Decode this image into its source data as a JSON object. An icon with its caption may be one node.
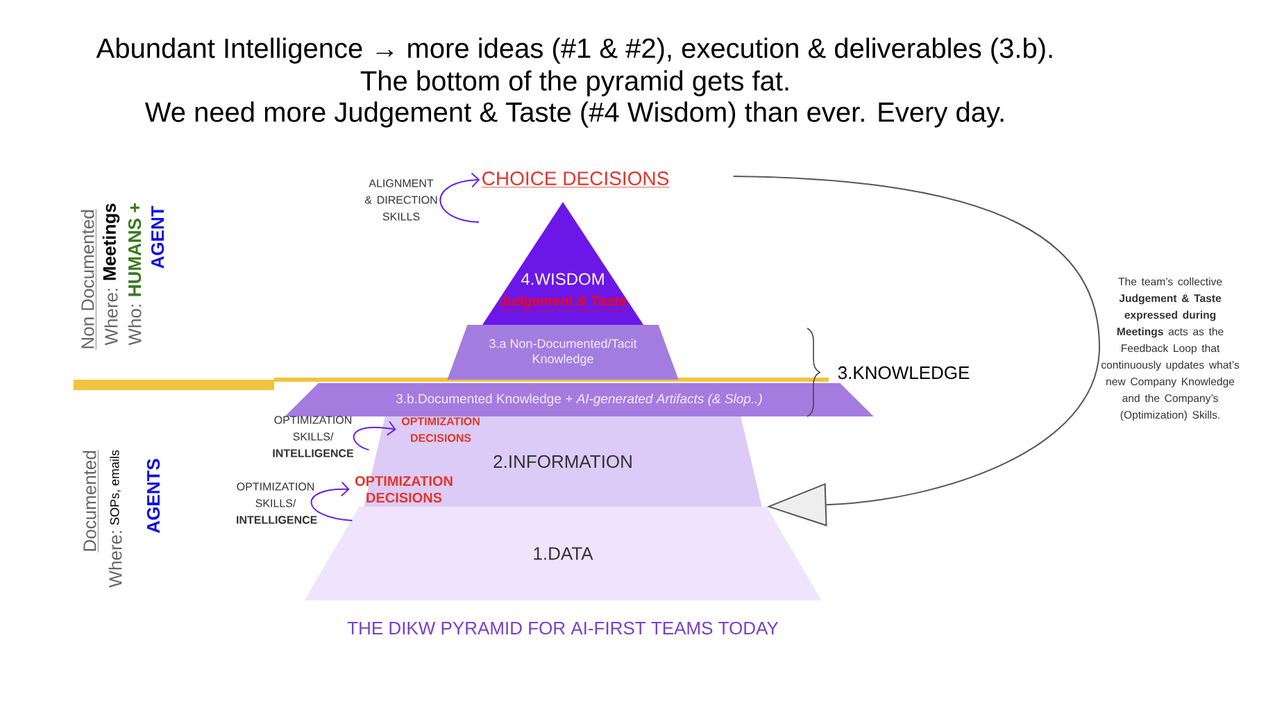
{
  "diagram": {
    "caption": "THE DIKW PYRAMID FOR AI-FIRST TEAMS TODAY",
    "nodes": [
      {
        "text": [
          "CHOICE DECISIONS"
        ]
      },
      {
        "text": [
          "4.WISDOM",
          "Judgement & Taste"
        ]
      },
      {
        "text": [
          "3.a Non-Documented/Tacit Knowledge"
        ]
      },
      {
        "text": [
          "3.b.Documented Knowledge *+ AI-generated Artifacts (& Slop..)*"
        ]
      },
      {
        "text": [
          "2.INFORMATION"
        ]
      },
      {
        "text": [
          "OPTIMIZATION DECISIONS"
        ],
        "in": 4
      },
      {
        "text": [
          "OPTIMIZATION DECISIONS"
        ]
      },
      {
        "text": [
          "1.DATA"
        ]
      }
    ],
    "edges": [
      {
        "from": null,
        "to": 0,
        "arrow": "to"
      },
      {
        "from": 0,
        "to": 7,
        "arrow": "to",
        "color": "#555555"
      },
      {
        "from": 4,
        "to": 5,
        "arrow": "to"
      },
      {
        "from": 7,
        "to": 6,
        "arrow": "to"
      }
    ],
    "labels": [
      "Abundant Intelligence → more ideas (#1 & #2), execution & deliverables (3.b).",
      "The bottom of the pyramid gets fat.",
      "We need more Judgement & Taste (#4 Wisdom) than ever. Every day.",
      "Non Documented",
      "Where:",
      "Meetings",
      "Who:",
      "HUMANS +",
      "AGENT",
      "ALIGNMENT & DIRECTION SKILLS",
      "3.KNOWLEDGE",
      "OPTIMIZATION SKILLS/ **INTELLIGENCE**",
      "Documented",
      "Where:",
      "SOPs, emails",
      "AGENTS",
      "OPTIMIZATION SKILLS/ **INTELLIGENCE**",
      "The team’s collective **Judgement & Taste expressed during Meetings** acts as the Feedback Loop that continuously updates what’s new Company Knowledge and the Company’s (Optimization) Skills."
    ]
  }
}
